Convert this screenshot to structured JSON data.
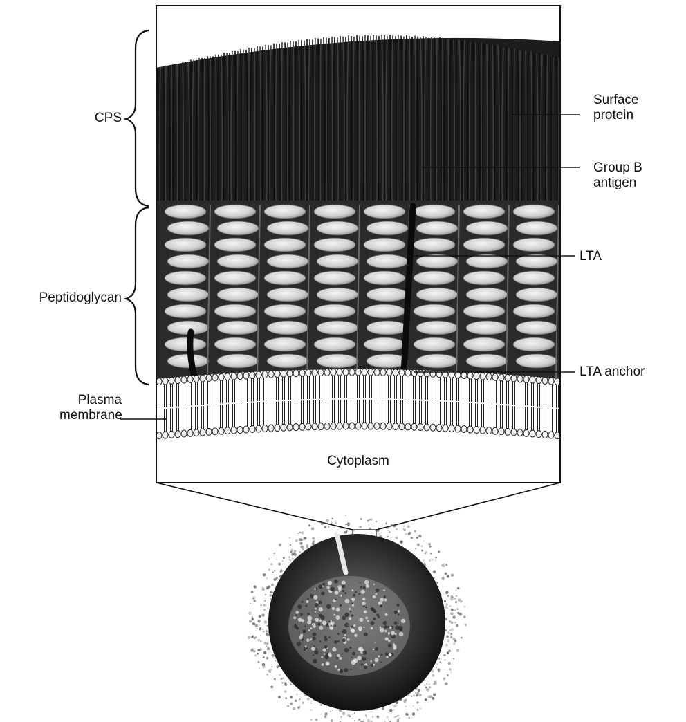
{
  "labels": {
    "cps": "CPS",
    "peptidoglycan": "Peptidoglycan",
    "plasma_membrane_line1": "Plasma",
    "plasma_membrane_line2": "membrane",
    "surface_protein_line1": "Surface",
    "surface_protein_line2": "protein",
    "group_b_line1": "Group B",
    "group_b_line2": "antigen",
    "lta": "LTA",
    "lta_anchor": "LTA anchor",
    "cytoplasm": "Cytoplasm"
  },
  "colors": {
    "background": "#ffffff",
    "ink": "#111111",
    "capsule": "#1c1c1c",
    "peptidoglycan_bead": "#d9d9d9",
    "membrane_head": "#f2f2f2"
  }
}
